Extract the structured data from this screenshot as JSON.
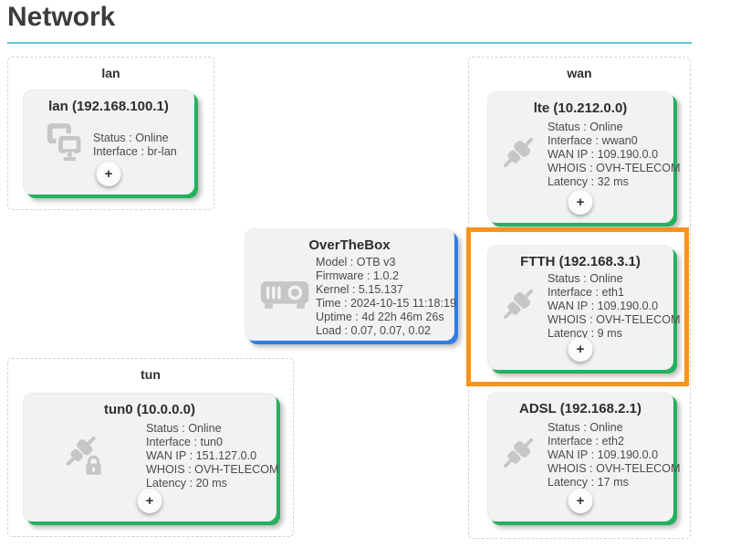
{
  "header": {
    "title": "Network"
  },
  "ui": {
    "add_button_label": "+"
  },
  "colors": {
    "accent_rule": "#5bc8dc",
    "online_card_shadow": "#23b25f",
    "device_card_shadow": "#2e7de4",
    "selection_highlight": "#f7941d",
    "card_background": "#f2f2f2",
    "icon_gray": "#c6c6c6"
  },
  "icons": {
    "lan": "lan-computers-icon",
    "wan": "plug-connector-icon",
    "tun": "plug-lock-icon",
    "overthebox": "router-box-icon",
    "add": "plus-icon"
  },
  "groups": {
    "lan": {
      "label": "lan"
    },
    "wan": {
      "label": "wan"
    },
    "tun": {
      "label": "tun"
    }
  },
  "cards": {
    "lan": {
      "title": "lan (192.168.100.1)",
      "details": [
        "Status : Online",
        "Interface : br-lan"
      ]
    },
    "lte": {
      "title": "lte (10.212.0.0)",
      "details": [
        "Status : Online",
        "Interface : wwan0",
        "WAN IP : 109.190.0.0",
        "WHOIS : OVH-TELECOM",
        "Latency : 32 ms"
      ]
    },
    "ftth": {
      "title": "FTTH (192.168.3.1)",
      "highlighted": true,
      "details": [
        "Status : Online",
        "Interface : eth1",
        "WAN IP : 109.190.0.0",
        "WHOIS : OVH-TELECOM",
        "Latency : 9 ms"
      ]
    },
    "adsl": {
      "title": "ADSL (192.168.2.1)",
      "details": [
        "Status : Online",
        "Interface : eth2",
        "WAN IP : 109.190.0.0",
        "WHOIS : OVH-TELECOM",
        "Latency : 17 ms"
      ]
    },
    "overthebox": {
      "title": "OverTheBox",
      "details": [
        "Model : OTB v3",
        "Firmware : 1.0.2",
        "Kernel : 5.15.137",
        "Time : 2024-10-15 11:18:19",
        "Uptime : 4d 22h 46m 26s",
        "Load : 0.07, 0.07, 0.02"
      ]
    },
    "tun0": {
      "title": "tun0 (10.0.0.0)",
      "details": [
        "Status : Online",
        "Interface : tun0",
        "WAN IP : 151.127.0.0",
        "WHOIS : OVH-TELECOM",
        "Latency : 20 ms"
      ]
    }
  }
}
